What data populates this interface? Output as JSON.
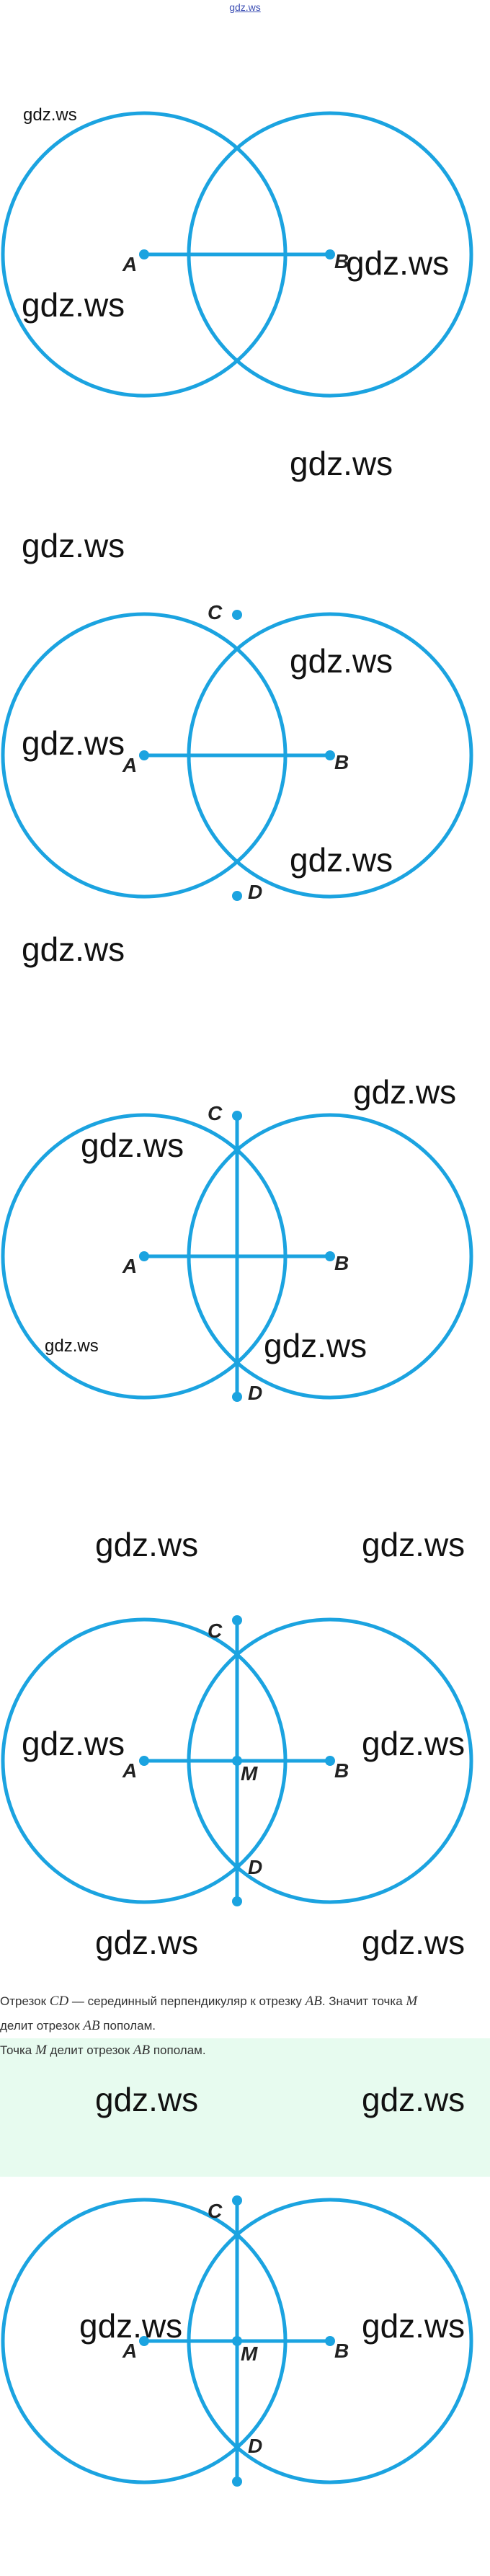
{
  "header": {
    "site_link": "gdz.ws"
  },
  "watermark": "gdz.ws",
  "colors": {
    "circle": "#1ba3e0",
    "answer_bg": "#e7fbef",
    "link": "#3f51b5"
  },
  "figure1": {
    "points": {
      "A": "A",
      "B": "B"
    }
  },
  "figure2": {
    "points": {
      "A": "A",
      "B": "B",
      "C": "C",
      "D": "D"
    }
  },
  "figure3": {
    "points": {
      "A": "A",
      "B": "B",
      "C": "C",
      "D": "D"
    }
  },
  "figure4": {
    "points": {
      "A": "A",
      "B": "B",
      "C": "C",
      "D": "D",
      "M": "M"
    }
  },
  "figure5": {
    "points": {
      "A": "A",
      "B": "B",
      "C": "C",
      "D": "D",
      "M": "M"
    }
  },
  "explanation": {
    "p1": "Отрезок",
    "seg1": "CD",
    "p2": " — серединный перпендикуляр к отрезку ",
    "seg2": "AB",
    "p3": ". Значит точка ",
    "pt": "M",
    "p4": "делит отрезок ",
    "seg3": "AB",
    "p5": " пополам."
  },
  "answer": {
    "p1": "Точка ",
    "pt": "M",
    "p2": " делит отрезок ",
    "seg": "AB",
    "p3": " пополам."
  }
}
